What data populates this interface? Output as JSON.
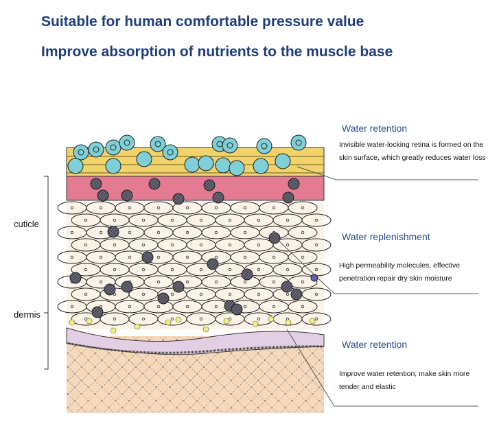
{
  "headings": [
    "Suitable for human comfortable pressure value",
    "Improve absorption of nutrients to the muscle base"
  ],
  "side_labels": {
    "cuticle": "cuticle",
    "dermis": "dermis"
  },
  "callouts": [
    {
      "title": "Water retention",
      "text": "Invisible water-locking retina is formed on the skin surface, which greatly reduces water loss"
    },
    {
      "title": "Water replenishment",
      "text": "High permeability molecules, effective penetration repair dry skin moisture"
    },
    {
      "title": "Water retention",
      "text": "Improve water retention, make skin more tender and elastic"
    }
  ],
  "colors": {
    "heading": "#1f3d7a",
    "callout_title": "#2b4d8a",
    "surface_layer": "#f1d36a",
    "pink_layer": "#e57a93",
    "cell_layer": "#fbf3e8",
    "basal_layer": "#e3cfe3",
    "dermis_layer": "#f6d8bd",
    "water_droplet": "#7fcfd8",
    "molecule": "#4a4a5a"
  }
}
